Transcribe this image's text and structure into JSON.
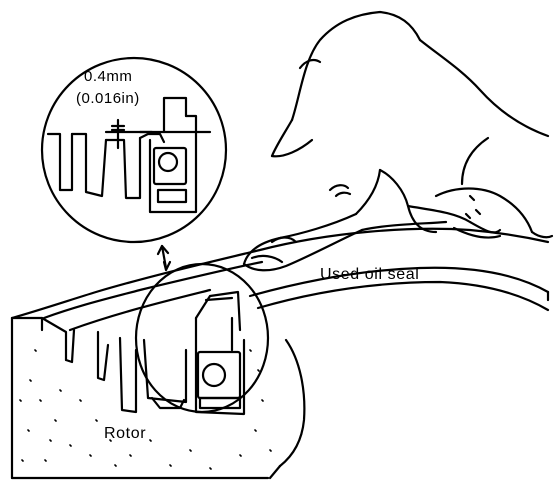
{
  "diagram": {
    "labels": {
      "clearance_mm": "0.4mm",
      "clearance_in": "(0.016in)",
      "used_oil_seal": "Used oil seal",
      "rotor": "Rotor"
    }
  }
}
